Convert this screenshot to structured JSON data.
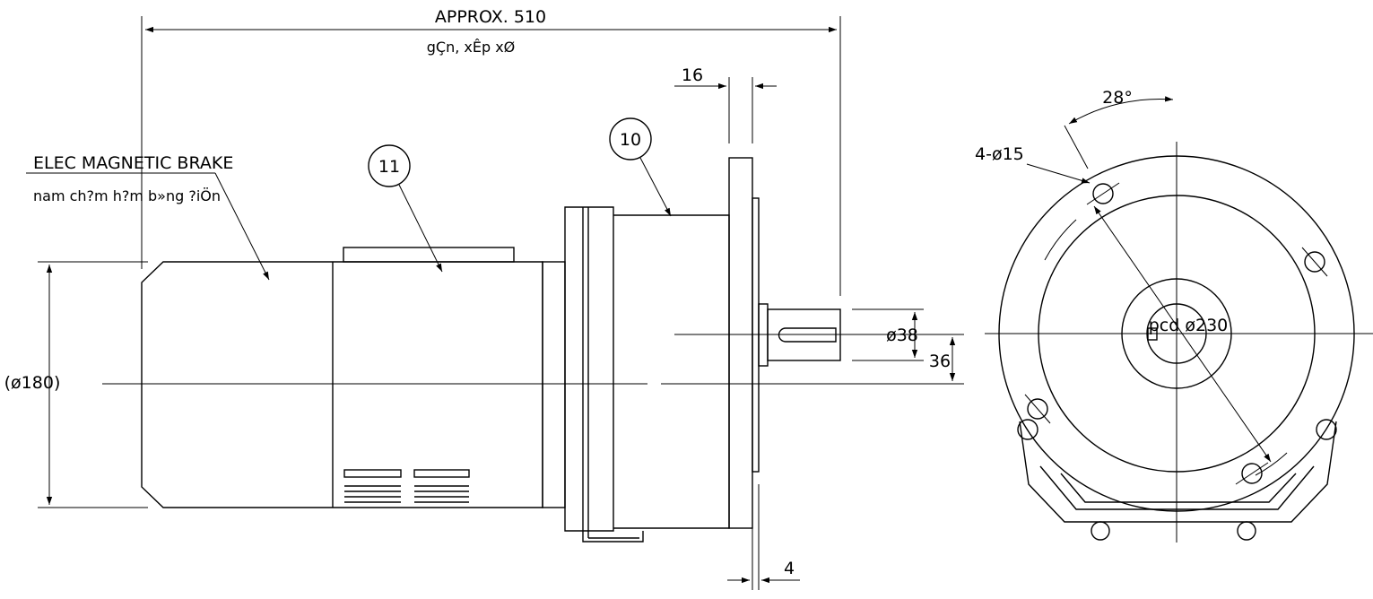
{
  "diagram": {
    "dimensions": {
      "overall_length": "APPROX. 510",
      "overall_length_sub": "gÇn, xÊp xØ",
      "flange_thickness": "16",
      "spigot_depth": "4",
      "shaft_diameter": "ø38",
      "shaft_offset": "36",
      "body_diameter": "(ø180)",
      "bolt_holes": "4-ø15",
      "hole_angle": "28°",
      "pcd": "pcd ø230"
    },
    "callouts": {
      "brake_label": "ELEC MAGNETIC BRAKE",
      "brake_sublabel": "nam ch?m h?m b»ng ?iÖn",
      "balloon_11": "11",
      "balloon_10": "10"
    }
  }
}
